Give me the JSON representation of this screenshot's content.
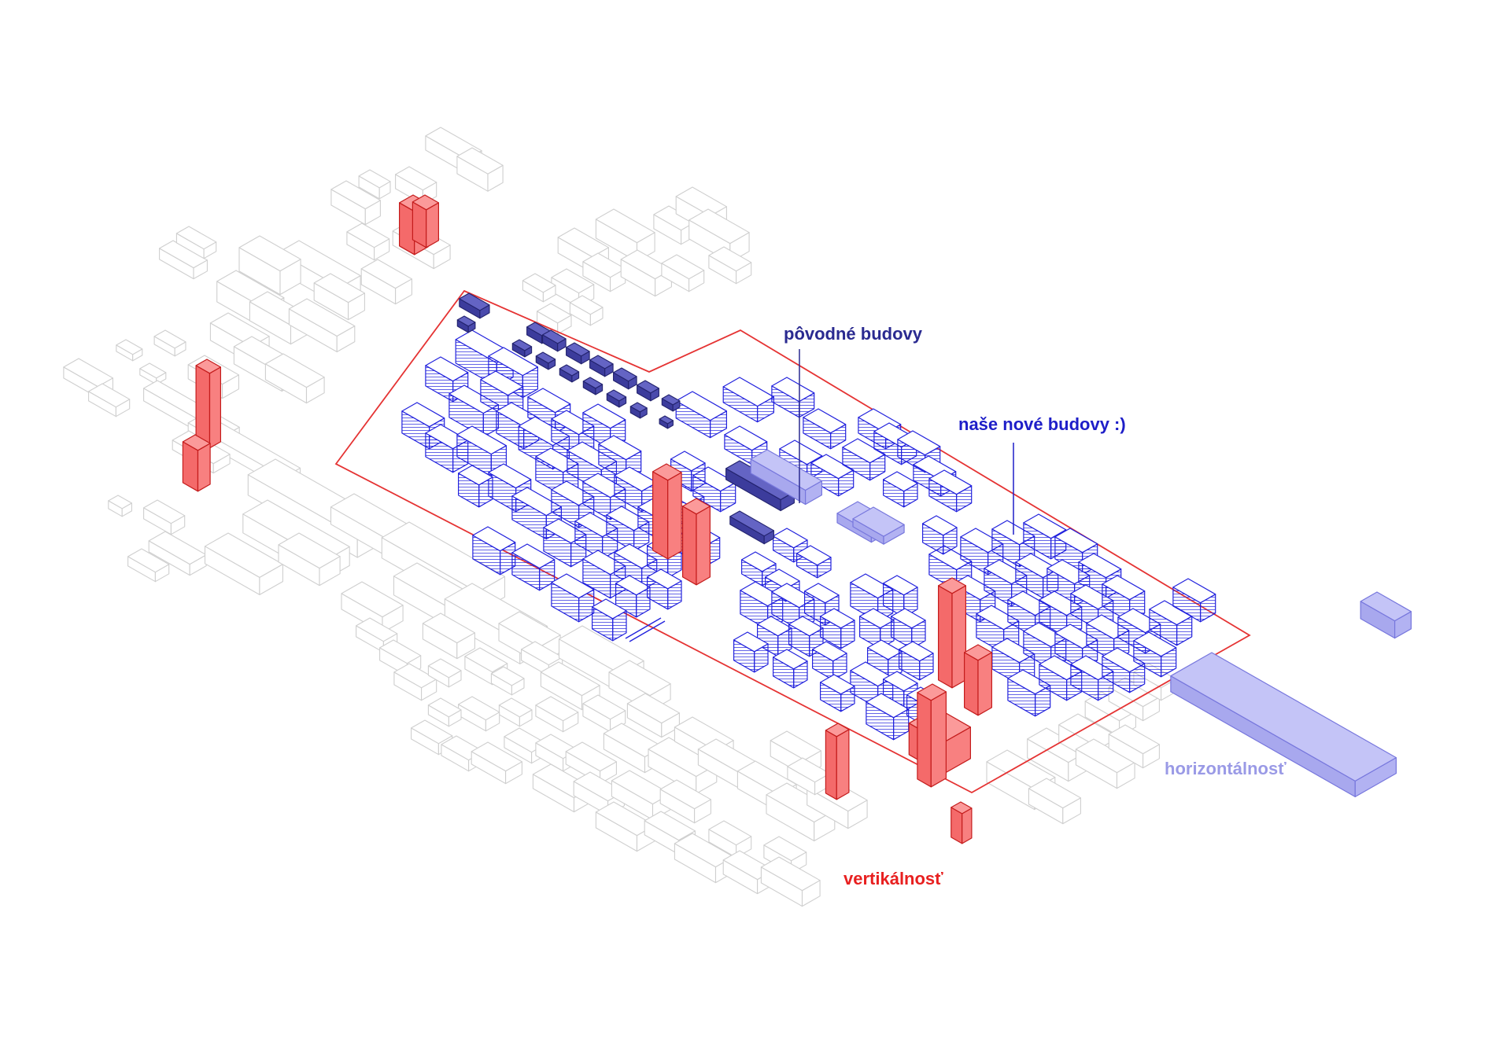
{
  "labels": {
    "original": "pôvodné budovy",
    "new": "naše nové budovy :)",
    "horizontal": "horizontálnosť",
    "vertical": "vertikálnosť"
  },
  "colors": {
    "background": "#ffffff",
    "context_stroke": "#d4d4d4",
    "context_fill": "#ffffff",
    "new_stroke": "#2222dd",
    "new_fill": "#ffffff",
    "original_fill": "#5555bb",
    "original_stroke": "#2a2a8a",
    "original_label": "#2a2a90",
    "new_label": "#1e1ec8",
    "horizontal_fill": "#bcbcf5",
    "horizontal_stroke": "#7777dd",
    "horizontal_label": "#9a9ae6",
    "vertical_fill": "#f87171",
    "vertical_stroke": "#cc2222",
    "vertical_label": "#e82020",
    "boundary": "#e53333"
  },
  "legend_keys": [
    "context",
    "new",
    "original",
    "horizontal",
    "vertical",
    "boundary"
  ]
}
